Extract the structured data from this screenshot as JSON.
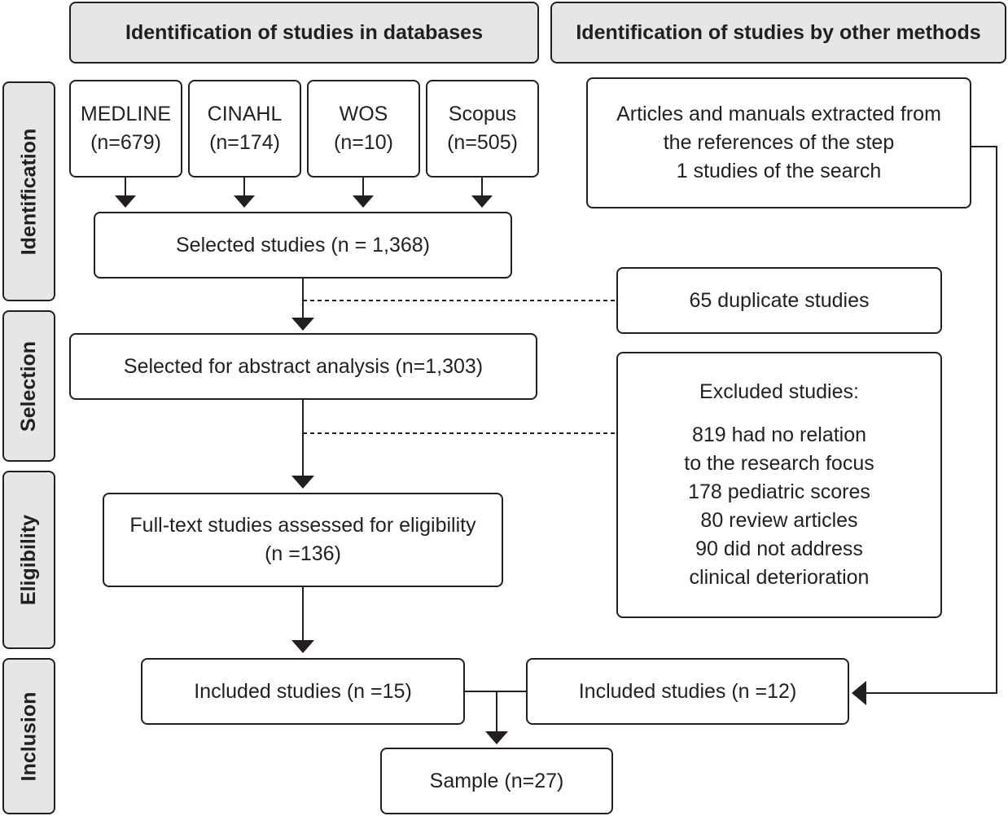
{
  "headers": {
    "databases": "Identification of studies in databases",
    "other_methods": "Identification of studies by other methods"
  },
  "phases": {
    "identification": "Identification",
    "selection": "Selection",
    "eligibility": "Eligibility",
    "inclusion": "Inclusion"
  },
  "databases": [
    {
      "name": "MEDLINE",
      "count": "(n=679)"
    },
    {
      "name": "CINAHL",
      "count": "(n=174)"
    },
    {
      "name": "WOS",
      "count": "(n=10)"
    },
    {
      "name": "Scopus",
      "count": "(n=505)"
    }
  ],
  "other_sources": {
    "lines": [
      "Articles and manuals extracted from",
      "the references of the step",
      "1 studies of the search"
    ]
  },
  "selected_studies": "Selected studies (n = 1,368)",
  "duplicates": "65 duplicate studies",
  "abstract_analysis": "Selected for abstract analysis (n=1,303)",
  "excluded": {
    "title": "Excluded studies:",
    "lines": [
      "819 had no relation",
      "to the research focus",
      "178 pediatric scores",
      "80 review articles",
      "90 did not address",
      "clinical deterioration"
    ]
  },
  "full_text": {
    "lines": [
      "Full-text studies assessed for eligibility",
      "(n =136)"
    ]
  },
  "included_db": "Included studies (n =15)",
  "included_other": "Included studies (n =12)",
  "sample": "Sample (n=27)"
}
